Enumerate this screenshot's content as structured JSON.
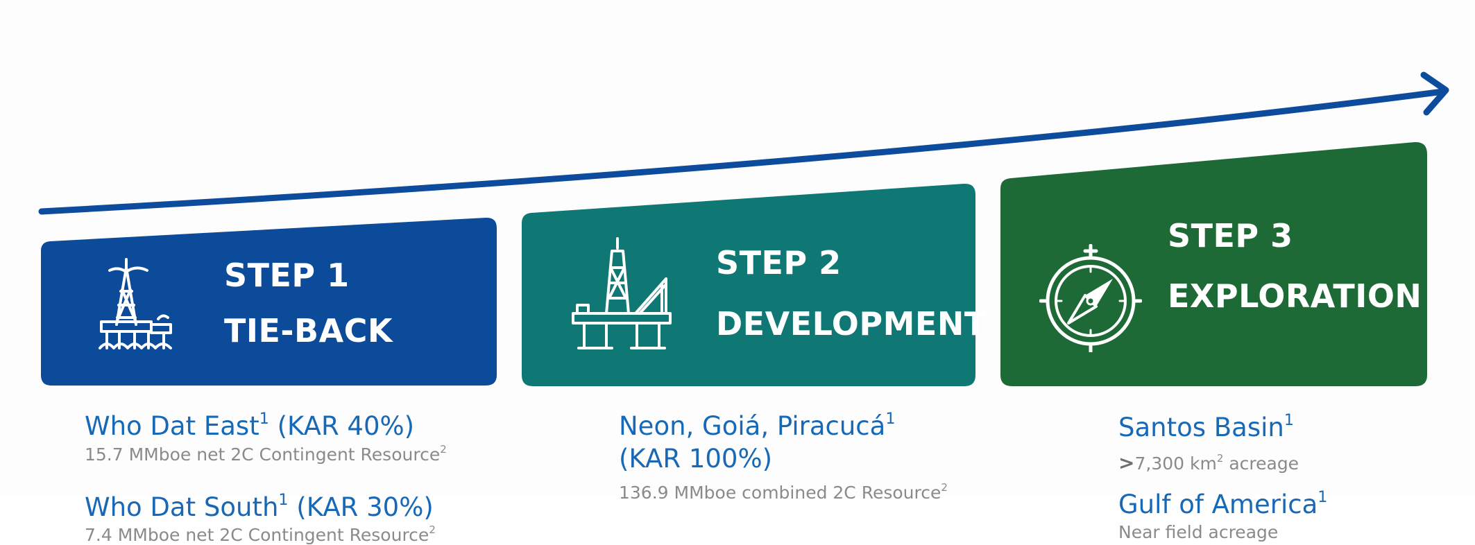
{
  "colors": {
    "arrow": "#0d4c9c",
    "step1": "#0c4a9a",
    "step2": "#0f7774",
    "step3": "#1d6a37",
    "detail_title": "#1769b8",
    "detail_sub": "#8a8a8a"
  },
  "steps": [
    {
      "label": "STEP 1",
      "name": "TIE-BACK",
      "icon": "offshore-platform-icon"
    },
    {
      "label": "STEP 2",
      "name": "DEVELOPMENT",
      "icon": "drilling-rig-icon"
    },
    {
      "label": "STEP 3",
      "name": "EXPLORATION",
      "icon": "compass-icon"
    }
  ],
  "details": {
    "step1": [
      {
        "title": "Who Dat East",
        "sup": "1",
        "pct": "(KAR 40%)",
        "sub": "15.7 MMboe net 2C Contingent Resource",
        "sub_sup": "2"
      },
      {
        "title": "Who Dat South",
        "sup": "1",
        "pct": "(KAR 30%)",
        "sub": "7.4 MMboe net 2C Contingent Resource",
        "sub_sup": "2"
      }
    ],
    "step2": [
      {
        "title": "Neon, Goiá, Piracucá",
        "sup": "1",
        "pct": "(KAR 100%)",
        "sub": "136.9 MMboe combined 2C Resource",
        "sub_sup": "2"
      }
    ],
    "step3": [
      {
        "title": "Santos Basin",
        "sup": "1",
        "sub_prefix": ">",
        "sub_a": "7,300 km",
        "sub_sup": "2",
        "sub_b": " acreage"
      },
      {
        "title": "Gulf of America",
        "sup": "1",
        "sub": "Near field acreage"
      }
    ]
  }
}
